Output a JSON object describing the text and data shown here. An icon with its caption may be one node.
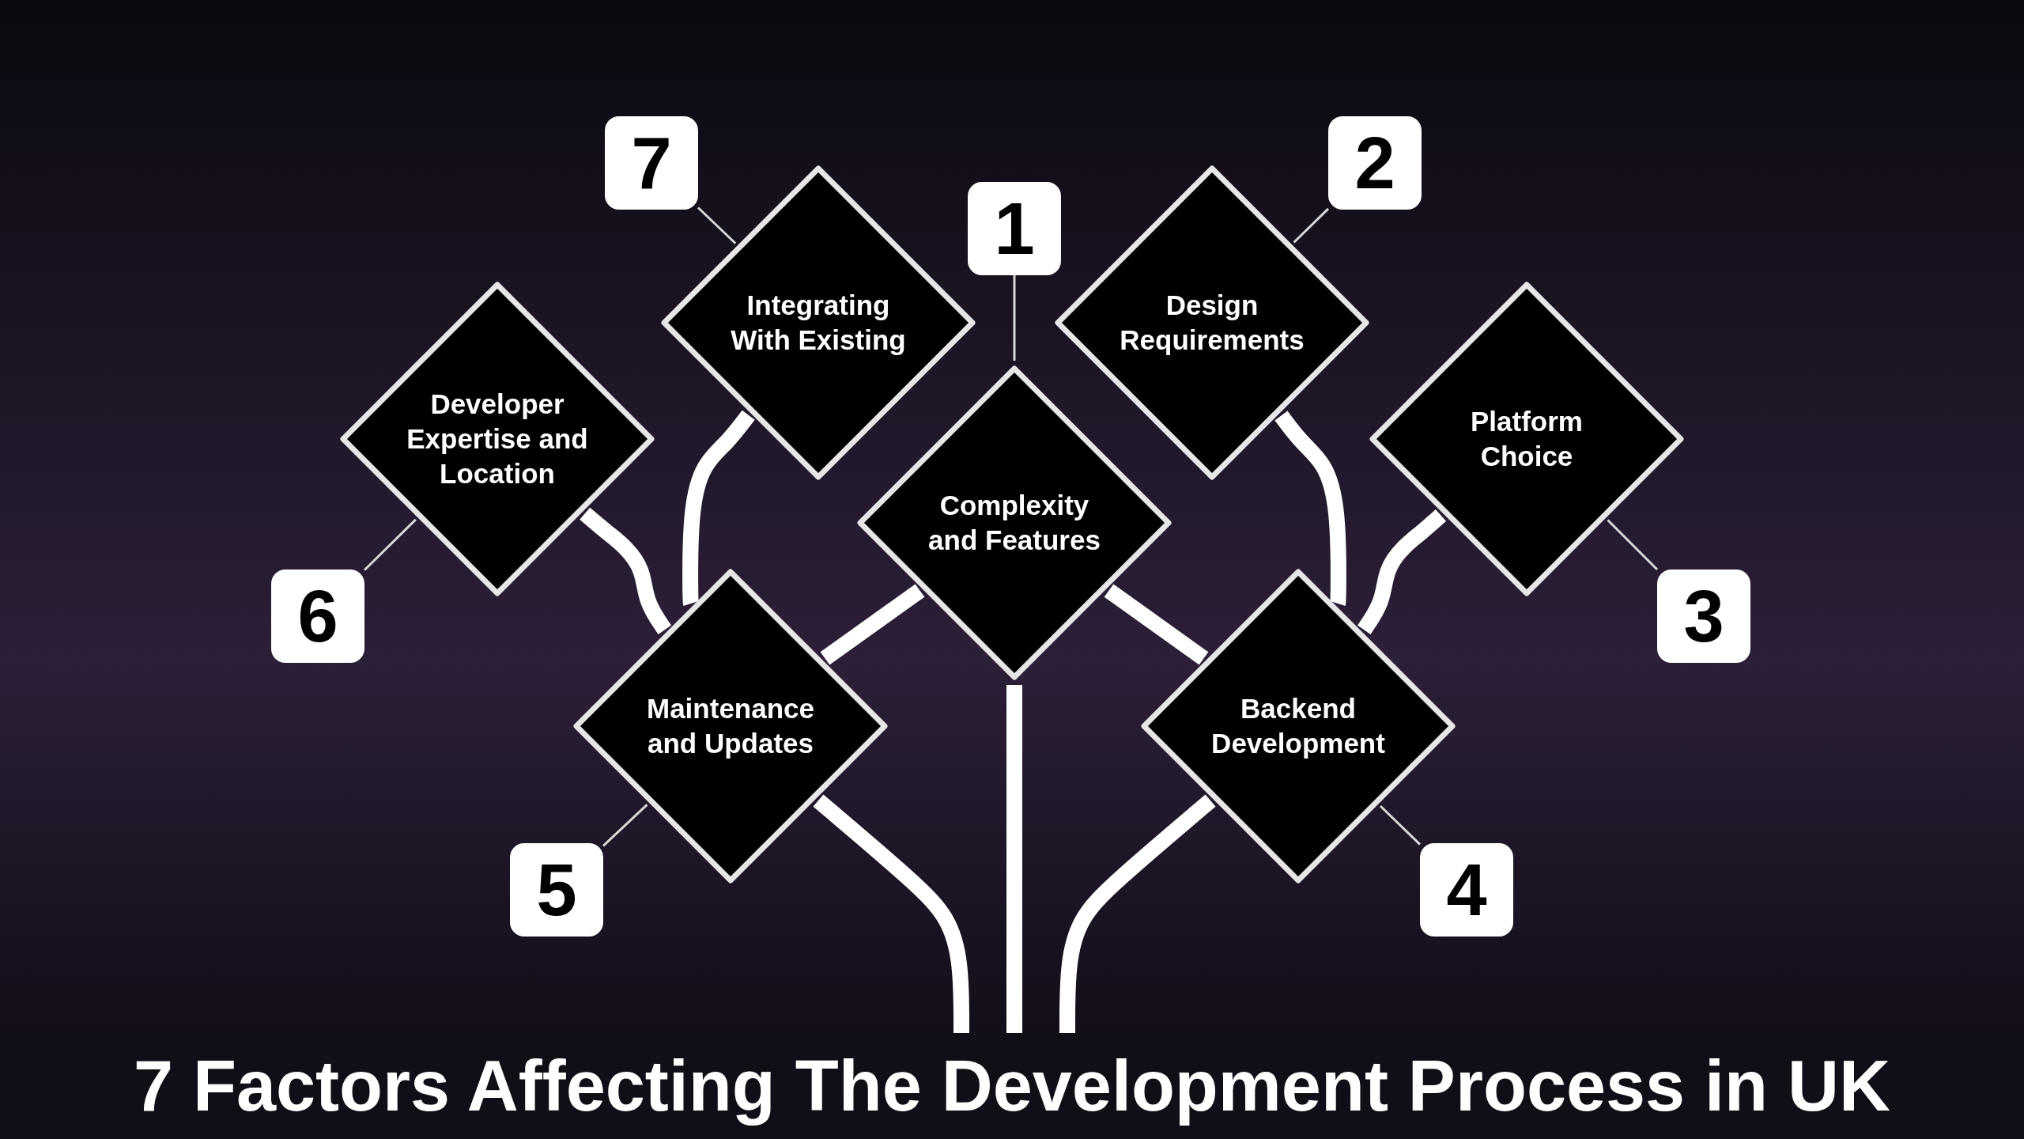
{
  "diagram": {
    "title": "7 Factors Affecting The Development Process in UK",
    "nodes": [
      {
        "text": [
          "1"
        ]
      },
      {
        "text": [
          "Complexity and Features"
        ]
      },
      {
        "text": [
          "2"
        ]
      },
      {
        "text": [
          "Design Requirements"
        ]
      },
      {
        "text": [
          "3"
        ]
      },
      {
        "text": [
          "Platform Choice"
        ]
      },
      {
        "text": [
          "4"
        ]
      },
      {
        "text": [
          "Backend Development"
        ]
      },
      {
        "text": [
          "5"
        ]
      },
      {
        "text": [
          "Maintenance and Updates"
        ]
      },
      {
        "text": [
          "6"
        ]
      },
      {
        "text": [
          "Developer Expertise and Location"
        ]
      },
      {
        "text": [
          "7"
        ]
      },
      {
        "text": [
          "Integrating With Existing"
        ]
      }
    ],
    "edges": [
      {
        "from": 0,
        "to": 1,
        "arrow": "none"
      },
      {
        "from": 2,
        "to": 3,
        "arrow": "none"
      },
      {
        "from": 4,
        "to": 5,
        "arrow": "none"
      },
      {
        "from": 6,
        "to": 7,
        "arrow": "none"
      },
      {
        "from": 8,
        "to": 9,
        "arrow": "none"
      },
      {
        "from": 10,
        "to": 11,
        "arrow": "none"
      },
      {
        "from": 12,
        "to": 13,
        "arrow": "none"
      },
      {
        "from": null,
        "to": 1,
        "arrow": "none"
      },
      {
        "from": null,
        "to": 9,
        "arrow": "none"
      },
      {
        "from": null,
        "to": 7,
        "arrow": "none"
      },
      {
        "from": 1,
        "to": 9,
        "arrow": "none"
      },
      {
        "from": 1,
        "to": 7,
        "arrow": "none"
      },
      {
        "from": 9,
        "to": 11,
        "arrow": "none"
      },
      {
        "from": 9,
        "to": 13,
        "arrow": "none"
      },
      {
        "from": 7,
        "to": 3,
        "arrow": "none"
      },
      {
        "from": 7,
        "to": 5,
        "arrow": "none"
      }
    ]
  }
}
